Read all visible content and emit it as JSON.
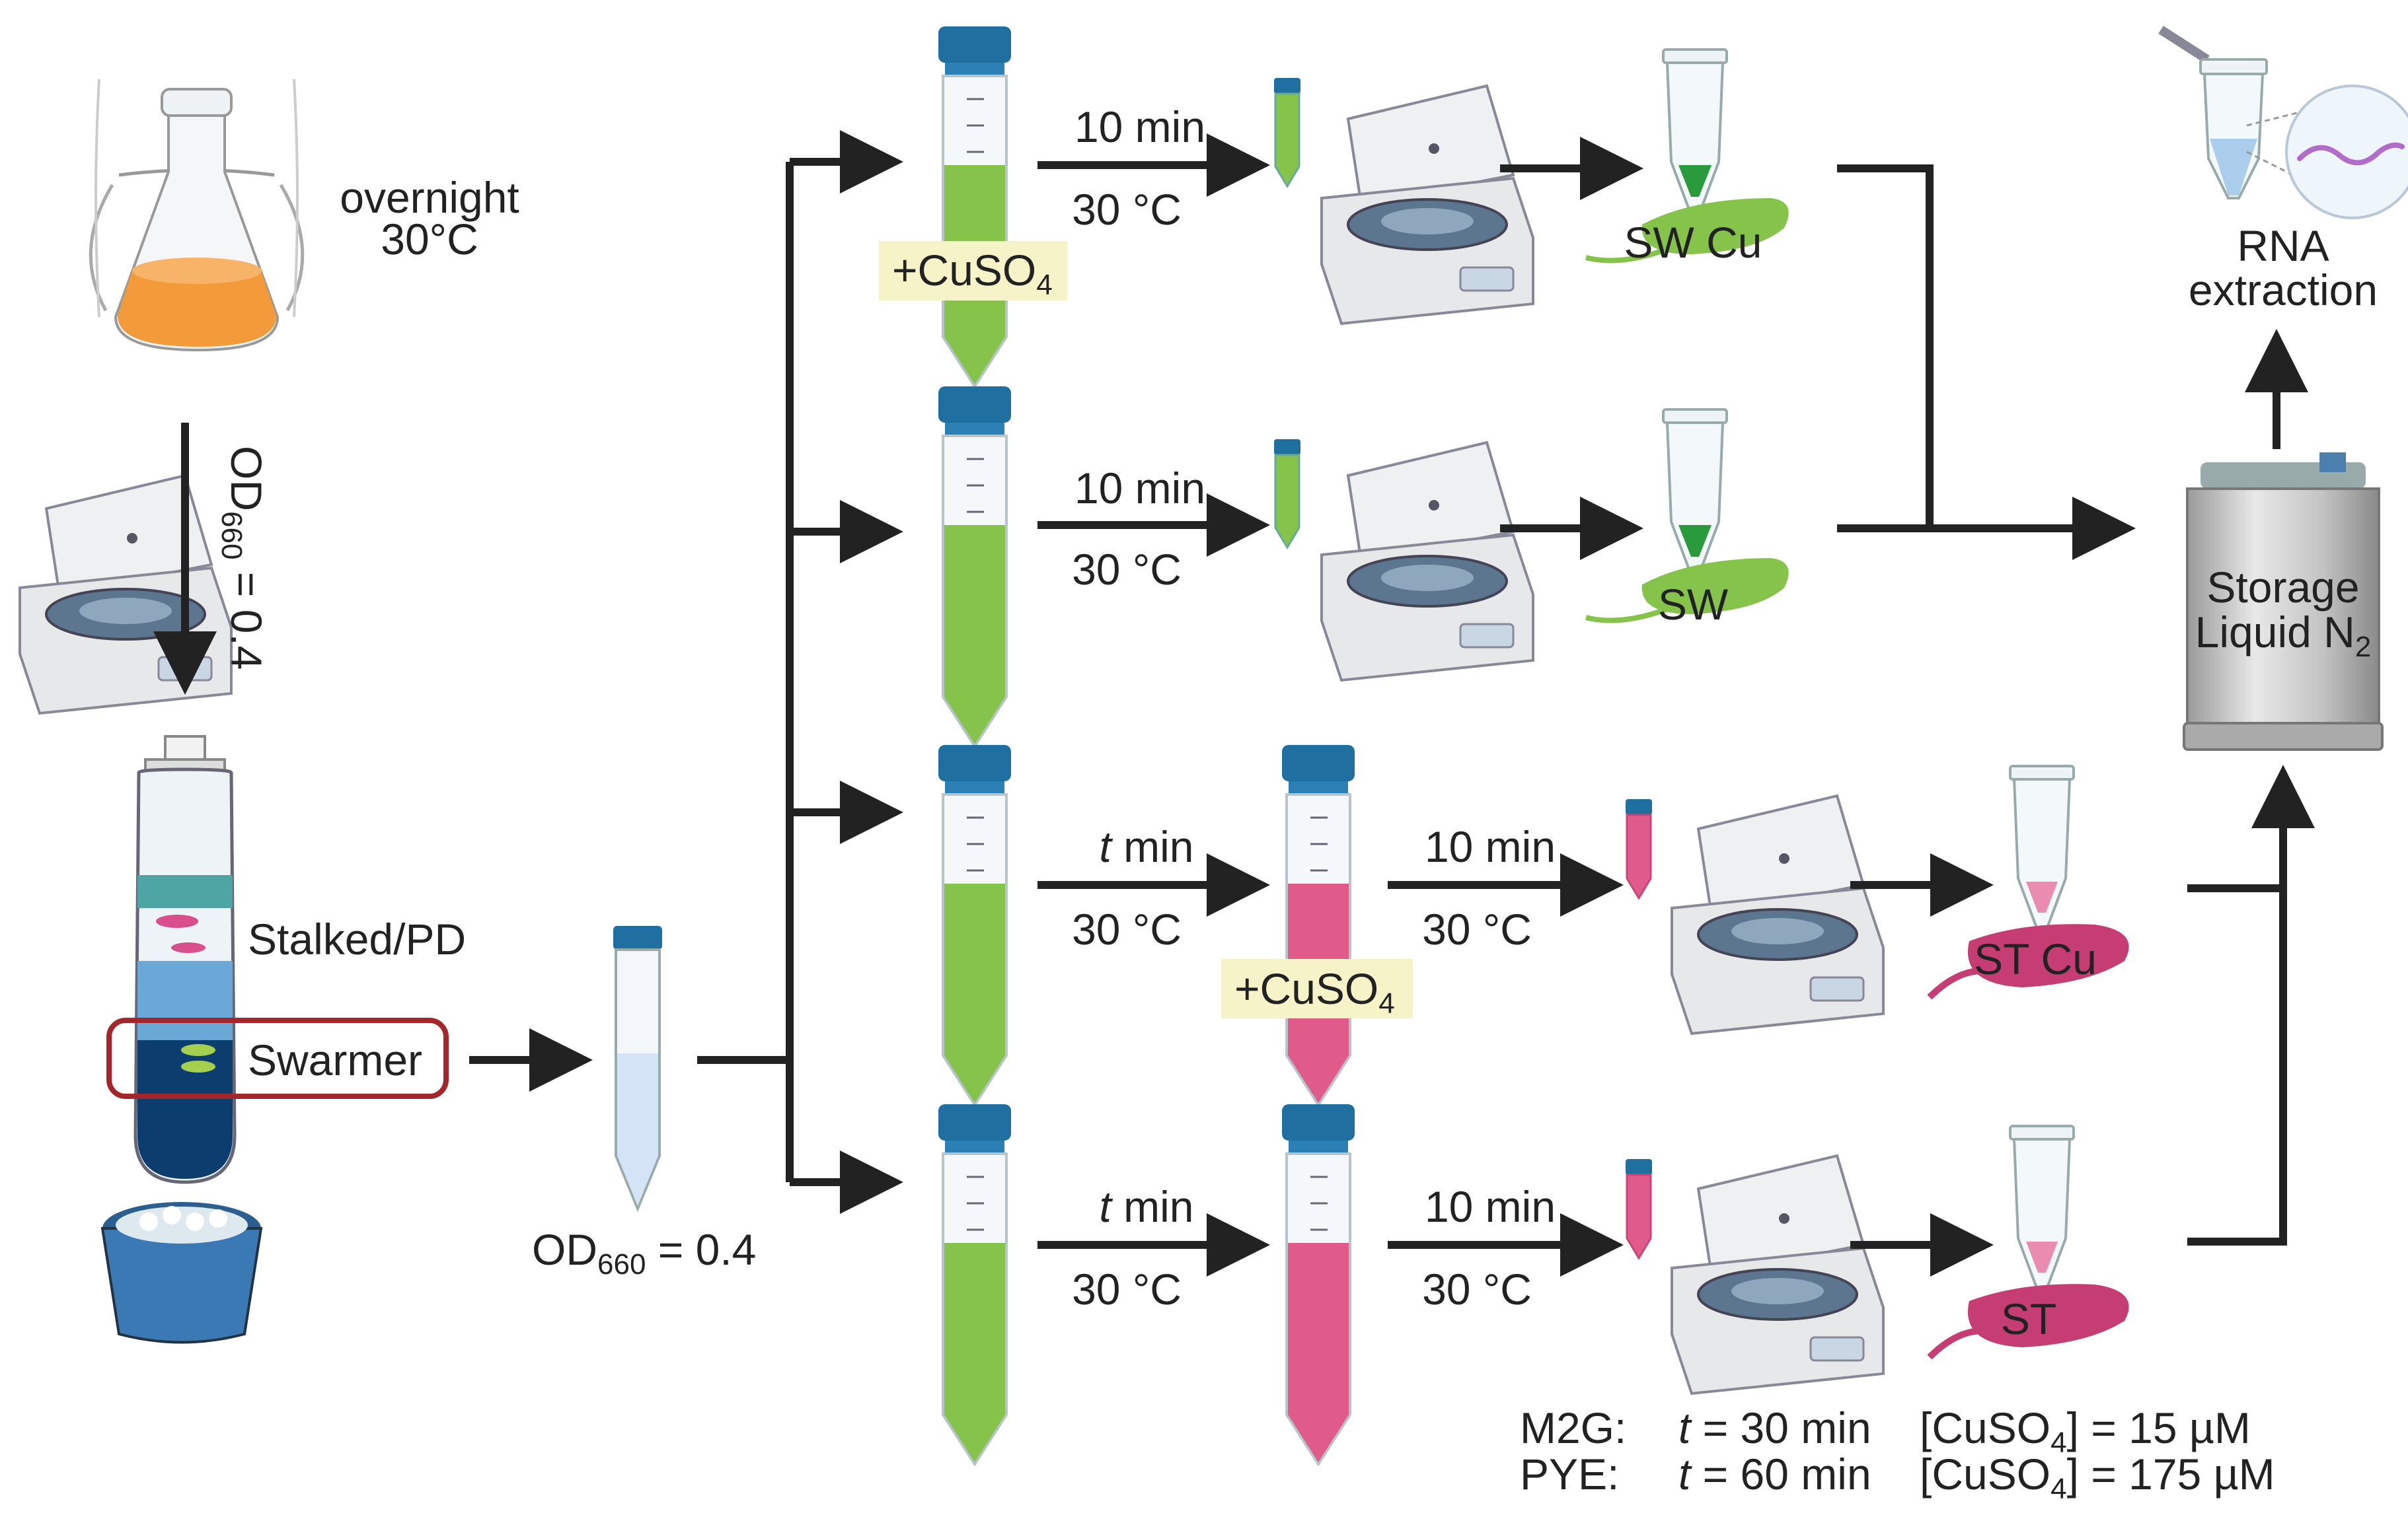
{
  "flask": {
    "line1": "overnight",
    "line2": "30°C"
  },
  "vertical_step": {
    "prefix": "OD",
    "sub": "660",
    "suffix": " = 0.4"
  },
  "gradient": {
    "stalked_label": "Stalked/PD",
    "swarmer_label": "Swarmer"
  },
  "mid_tube": {
    "prefix": "OD",
    "sub": "660",
    "suffix": " = 0.4"
  },
  "rows": [
    {
      "step1_top": "10 min",
      "step1_bottom": "30 °C",
      "additive": "+CuSO",
      "additive_sub": "4",
      "result": "SW Cu"
    },
    {
      "step1_top": "10 min",
      "step1_bottom": "30 °C",
      "result": "SW"
    },
    {
      "step1_top_var": "t",
      "step1_top_rest": " min",
      "step1_bottom": "30 °C",
      "additive": "+CuSO",
      "additive_sub": "4",
      "step2_top": "10 min",
      "step2_bottom": "30 °C",
      "result": "ST Cu"
    },
    {
      "step1_top_var": "t",
      "step1_top_rest": " min",
      "step1_bottom": "30 °C",
      "step2_top": "10 min",
      "step2_bottom": "30 °C",
      "result": "ST"
    }
  ],
  "storage": {
    "line1": "Storage",
    "line2_prefix": "Liquid N",
    "line2_sub": "2"
  },
  "rna": {
    "line1": "RNA",
    "line2": "extraction"
  },
  "legend": [
    {
      "medium": "M2G:",
      "t_var": "t",
      "t_rest": " = 30 min",
      "conc_prefix": "[CuSO",
      "conc_sub": "4",
      "conc_suffix": "] = 15 µM"
    },
    {
      "medium": "PYE:",
      "t_var": "t",
      "t_rest": " = 60 min",
      "conc_prefix": "[CuSO",
      "conc_sub": "4",
      "conc_suffix": "] = 175 µM"
    }
  ],
  "colors": {
    "green": "#7cc242",
    "pink": "#e05a8a",
    "orange": "#f0a040",
    "cap": "#1f6fa0",
    "arrow": "#222222",
    "highlight": "#f7f3c9",
    "box_border": "#a3262a"
  }
}
